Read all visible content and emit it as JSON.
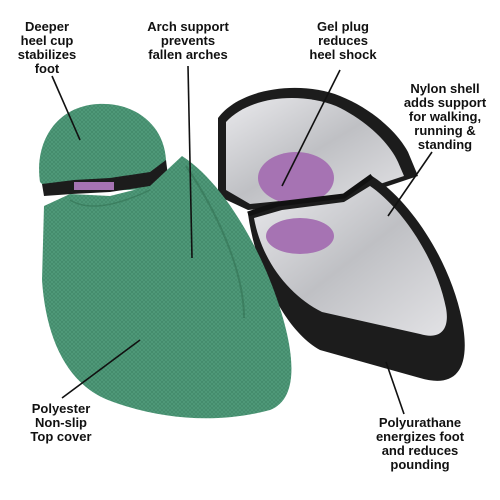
{
  "callouts": [
    {
      "id": "heel-cup",
      "lines": [
        "Deeper",
        "heel cup",
        "stabilizes",
        "foot"
      ]
    },
    {
      "id": "arch-support",
      "lines": [
        "Arch support",
        "prevents",
        "fallen arches"
      ]
    },
    {
      "id": "gel-plug",
      "lines": [
        "Gel plug",
        "reduces",
        "heel shock"
      ]
    },
    {
      "id": "nylon-shell",
      "lines": [
        "Nylon shell",
        "adds support",
        "for walking,",
        "running &",
        "standing"
      ]
    },
    {
      "id": "top-cover",
      "lines": [
        "Polyester",
        "Non-slip",
        "Top cover"
      ]
    },
    {
      "id": "polyurethane",
      "lines": [
        "Polyurathane",
        "energizes foot",
        "and reduces",
        "pounding"
      ]
    }
  ],
  "colors": {
    "top_cover_green": "#4f9a7a",
    "gel_purple": "#a673b3",
    "nylon_shell_silver": "#c9c9cc",
    "polyurethane_black": "#1c1c1c"
  }
}
